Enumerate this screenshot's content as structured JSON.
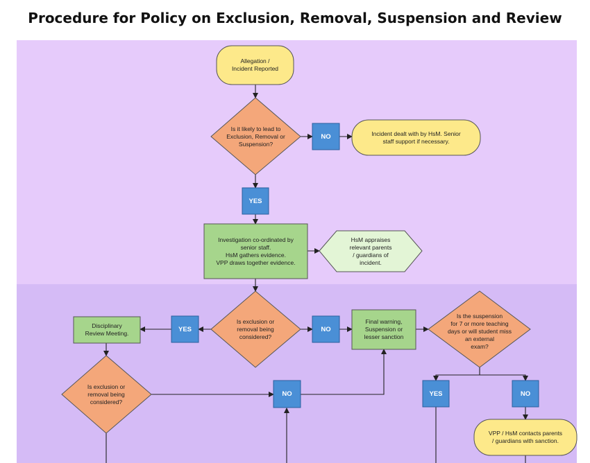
{
  "title": "Procedure for Policy on Exclusion, Removal, Suspension and Review",
  "colors": {
    "band_top": "#e6cbfb",
    "band_bottom": "#d5bbf6",
    "terminal": "#fde98a",
    "decision": "#f4a77a",
    "process": "#a6d58c",
    "note": "#e3f5d6",
    "tag": "#4a8fd6"
  },
  "nodes": {
    "start": "Allegation /\nIncident Reported",
    "q1": "Is it likely to lead to\nExclusion, Removal or\nSuspension?",
    "no1": "NO",
    "dealt": "Incident dealt with by HsM. Senior\nstaff support if necessary.",
    "yes1": "YES",
    "investigation": "Investigation co-ordinated by\nsenior staff.\nHsM gathers evidence.\nVPP draws together evidence.",
    "appraise": "HsM appraises\nrelevant parents\n/ guardians of\nincident.",
    "q2": "Is exclusion or\nremoval being\nconsidered?",
    "yes2": "YES",
    "review": "Disciplinary\nReview Meeting.",
    "no2": "NO",
    "final": "Final warning,\nSuspension or\nlesser sanction",
    "q3": "Is the suspension\nfor 7 or more teaching\ndays or will student miss\nan external\nexam?",
    "q4": "Is exclusion or\nremoval being\nconsidered?",
    "no3": "NO",
    "yes3": "YES",
    "no4": "NO",
    "contacts": "VPP / HsM contacts parents\n/ guardians with sanction."
  }
}
